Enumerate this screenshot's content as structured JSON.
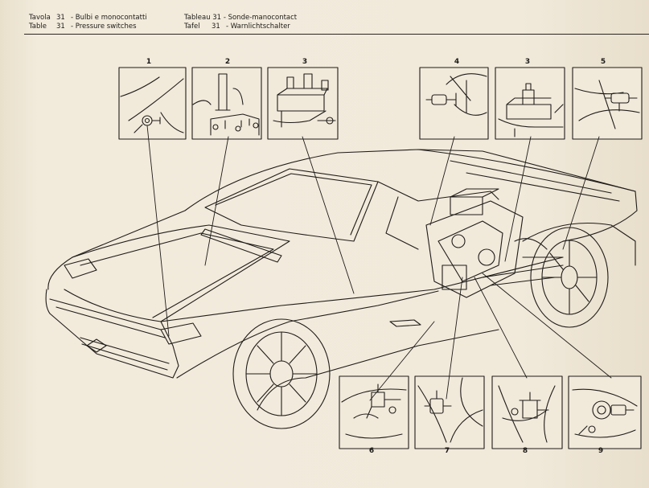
{
  "header": {
    "left": [
      {
        "lang": "Tavola",
        "num": "31",
        "title": "- Bulbi e monocontatti"
      },
      {
        "lang": "Table",
        "num": "31",
        "title": "- Pressure switches"
      }
    ],
    "right": [
      {
        "lang": "Tableau 31",
        "title": "- Sonde-manocontact"
      },
      {
        "lang": "Tafel",
        "num": "31",
        "title": "- Warnlichtschalter"
      }
    ]
  },
  "callouts": {
    "top": [
      "1",
      "2",
      "3",
      "4",
      "3",
      "5"
    ],
    "bottom": [
      "6",
      "7",
      "8",
      "9"
    ]
  }
}
